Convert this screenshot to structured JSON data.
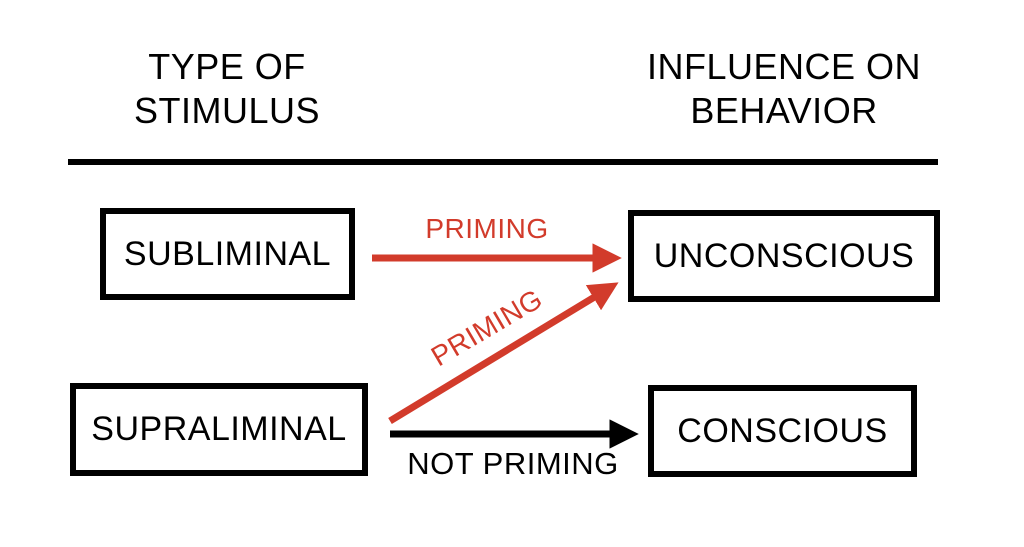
{
  "colors": {
    "red": "#d23b2b",
    "black": "#000000",
    "background": "#ffffff"
  },
  "headers": {
    "left_line1": "TYPE OF",
    "left_line2": "STIMULUS",
    "right_line1": "INFLUENCE ON",
    "right_line2": "BEHAVIOR"
  },
  "nodes": {
    "subliminal": {
      "label": "SUBLIMINAL",
      "column": "TYPE OF STIMULUS"
    },
    "unconscious": {
      "label": "UNCONSCIOUS",
      "column": "INFLUENCE ON BEHAVIOR"
    },
    "supraliminal": {
      "label": "SUPRALIMINAL",
      "column": "TYPE OF STIMULUS"
    },
    "conscious": {
      "label": "CONSCIOUS",
      "column": "INFLUENCE ON BEHAVIOR"
    }
  },
  "edges": {
    "subliminal_to_unconscious": {
      "from": "SUBLIMINAL",
      "to": "UNCONSCIOUS",
      "label": "PRIMING",
      "color": "#d23b2b"
    },
    "supraliminal_to_unconscious": {
      "from": "SUPRALIMINAL",
      "to": "UNCONSCIOUS",
      "label": "PRIMING",
      "color": "#d23b2b"
    },
    "supraliminal_to_conscious": {
      "from": "SUPRALIMINAL",
      "to": "CONSCIOUS",
      "label": "NOT PRIMING",
      "color": "#000000"
    }
  }
}
